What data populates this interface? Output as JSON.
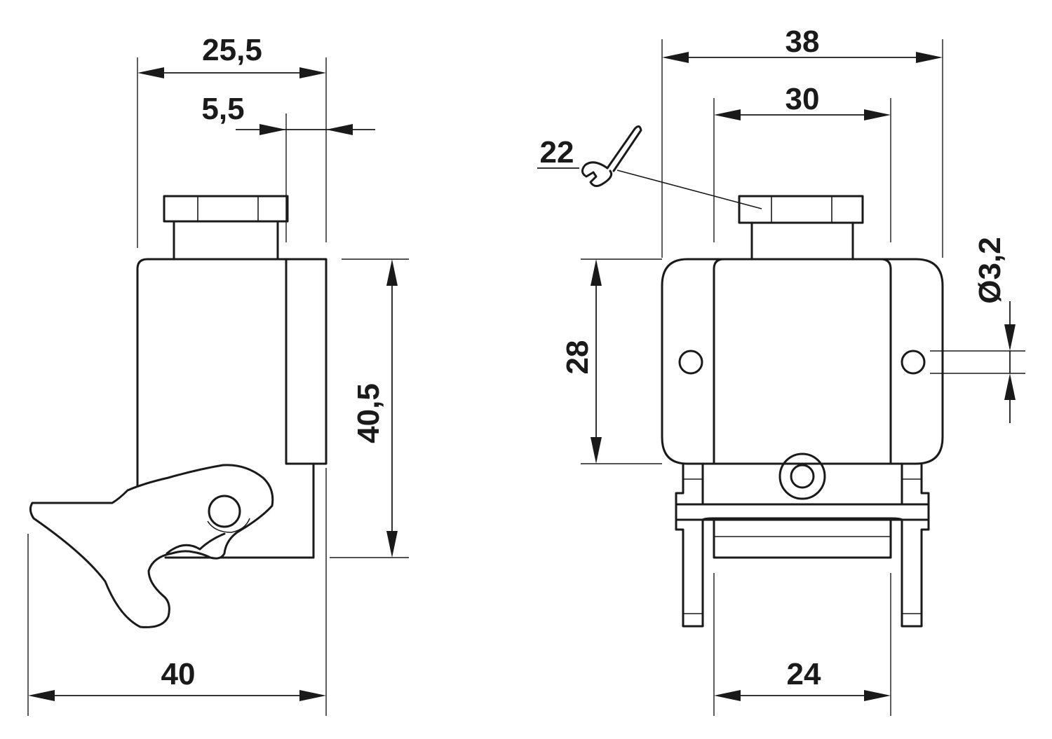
{
  "side_view": {
    "dim_total_width": "25,5",
    "dim_offset": "5,5",
    "dim_height": "40,5",
    "dim_overall_width": "40"
  },
  "front_view": {
    "dim_outer_width": "38",
    "dim_inner_width": "30",
    "dim_wrench_size": "22",
    "dim_body_height": "28",
    "dim_hole_diameter": "Ø3,2",
    "dim_base_width": "24"
  },
  "icons": {
    "wrench": "wrench-icon"
  }
}
